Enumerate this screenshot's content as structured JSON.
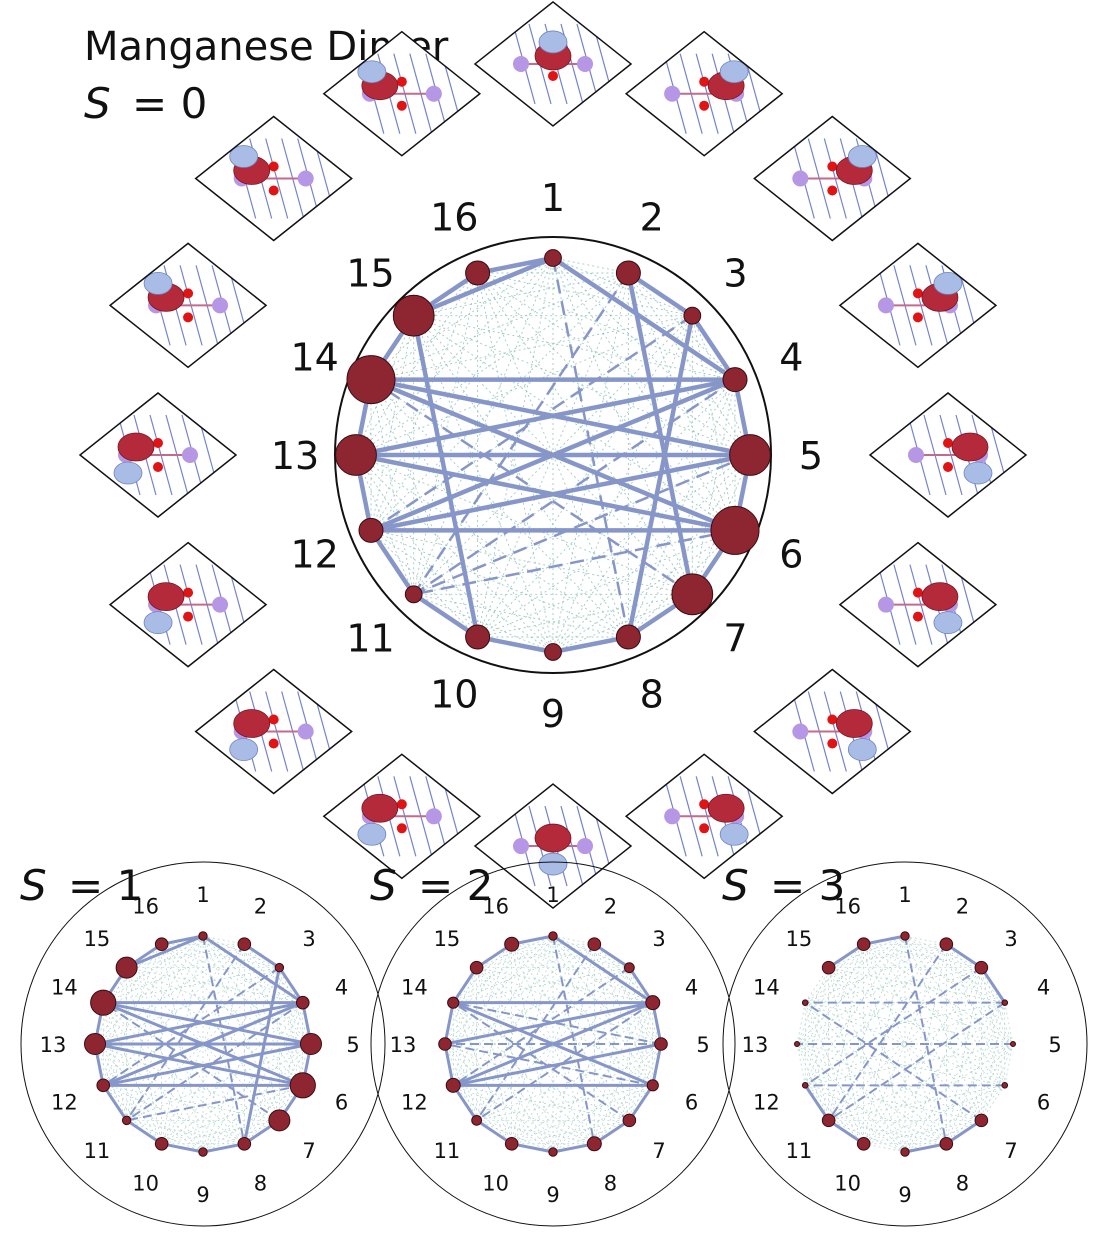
{
  "title": "Manganese Dimer",
  "orbital_labels": [
    "1",
    "2",
    "3",
    "4",
    "5",
    "6",
    "7",
    "8",
    "9",
    "10",
    "11",
    "12",
    "13",
    "14",
    "15",
    "16"
  ],
  "colors": {
    "node": "#8e2632",
    "node_stroke": "#3a0b10",
    "strong_edge": "#8796c9",
    "weak_edge": "#8fc3b6",
    "lobe_red": "#b52a3a",
    "lobe_blue": "#a8bce6",
    "atom_mn": "#b597e6",
    "atom_o": "#e01414"
  },
  "panels": [
    {
      "spin_symbol": "S",
      "spin_value": "= 0",
      "node_size": [
        0.35,
        0.5,
        0.35,
        0.5,
        0.85,
        1.0,
        0.85,
        0.5,
        0.35,
        0.5,
        0.35,
        0.5,
        0.85,
        1.0,
        0.85,
        0.5
      ],
      "strong_edges": [
        [
          1,
          4
        ],
        [
          1,
          15
        ],
        [
          2,
          3
        ],
        [
          3,
          4
        ],
        [
          3,
          8
        ],
        [
          4,
          5
        ],
        [
          4,
          12
        ],
        [
          4,
          13
        ],
        [
          4,
          14
        ],
        [
          5,
          6
        ],
        [
          5,
          13
        ],
        [
          5,
          14
        ],
        [
          5,
          12
        ],
        [
          6,
          7
        ],
        [
          6,
          12
        ],
        [
          6,
          13
        ],
        [
          6,
          14
        ],
        [
          7,
          8
        ],
        [
          8,
          9
        ],
        [
          9,
          10
        ],
        [
          10,
          11
        ],
        [
          11,
          12
        ],
        [
          12,
          13
        ],
        [
          13,
          14
        ],
        [
          14,
          15
        ],
        [
          15,
          16
        ],
        [
          16,
          1
        ],
        [
          15,
          10
        ],
        [
          2,
          7
        ]
      ],
      "dashed_edges": [
        [
          1,
          8
        ],
        [
          2,
          11
        ],
        [
          3,
          12
        ],
        [
          4,
          11
        ],
        [
          6,
          11
        ],
        [
          5,
          11
        ],
        [
          7,
          14
        ],
        [
          13,
          6
        ]
      ]
    },
    {
      "spin_symbol": "S",
      "spin_value": "= 1",
      "node_size": [
        0.3,
        0.45,
        0.3,
        0.45,
        0.75,
        0.9,
        0.75,
        0.45,
        0.3,
        0.45,
        0.3,
        0.45,
        0.75,
        0.9,
        0.75,
        0.45
      ],
      "strong_edges": [
        [
          1,
          4
        ],
        [
          1,
          15
        ],
        [
          2,
          3
        ],
        [
          3,
          4
        ],
        [
          3,
          8
        ],
        [
          4,
          5
        ],
        [
          4,
          12
        ],
        [
          4,
          13
        ],
        [
          4,
          14
        ],
        [
          5,
          6
        ],
        [
          5,
          13
        ],
        [
          5,
          14
        ],
        [
          5,
          12
        ],
        [
          6,
          7
        ],
        [
          6,
          12
        ],
        [
          6,
          13
        ],
        [
          6,
          14
        ],
        [
          7,
          8
        ],
        [
          8,
          9
        ],
        [
          9,
          10
        ],
        [
          10,
          11
        ],
        [
          11,
          12
        ],
        [
          12,
          13
        ],
        [
          13,
          14
        ],
        [
          14,
          15
        ],
        [
          15,
          16
        ],
        [
          16,
          1
        ]
      ],
      "dashed_edges": [
        [
          1,
          8
        ],
        [
          2,
          11
        ],
        [
          3,
          12
        ],
        [
          4,
          11
        ],
        [
          6,
          11
        ],
        [
          7,
          14
        ]
      ]
    },
    {
      "spin_symbol": "S",
      "spin_value": "= 2",
      "node_size": [
        0.3,
        0.45,
        0.35,
        0.5,
        0.45,
        0.4,
        0.45,
        0.5,
        0.3,
        0.45,
        0.35,
        0.5,
        0.45,
        0.4,
        0.45,
        0.5
      ],
      "strong_edges": [
        [
          1,
          4
        ],
        [
          2,
          3
        ],
        [
          3,
          4
        ],
        [
          4,
          5
        ],
        [
          4,
          12
        ],
        [
          4,
          13
        ],
        [
          4,
          14
        ],
        [
          5,
          6
        ],
        [
          5,
          12
        ],
        [
          6,
          7
        ],
        [
          6,
          12
        ],
        [
          6,
          14
        ],
        [
          7,
          8
        ],
        [
          8,
          9
        ],
        [
          9,
          10
        ],
        [
          10,
          11
        ],
        [
          11,
          12
        ],
        [
          12,
          13
        ],
        [
          13,
          14
        ],
        [
          14,
          15
        ],
        [
          15,
          16
        ],
        [
          16,
          1
        ]
      ],
      "dashed_edges": [
        [
          1,
          8
        ],
        [
          2,
          11
        ],
        [
          3,
          12
        ],
        [
          5,
          13
        ],
        [
          5,
          14
        ],
        [
          6,
          13
        ],
        [
          4,
          11
        ],
        [
          7,
          14
        ]
      ]
    },
    {
      "spin_symbol": "S",
      "spin_value": "= 3",
      "node_size": [
        0.3,
        0.45,
        0.45,
        0.2,
        0.1,
        0.2,
        0.45,
        0.45,
        0.3,
        0.45,
        0.45,
        0.2,
        0.1,
        0.2,
        0.45,
        0.45
      ],
      "strong_edges": [
        [
          2,
          3
        ],
        [
          3,
          4
        ],
        [
          10,
          11
        ],
        [
          11,
          12
        ],
        [
          15,
          16
        ],
        [
          16,
          1
        ],
        [
          7,
          8
        ],
        [
          8,
          9
        ]
      ],
      "dashed_edges": [
        [
          4,
          14
        ],
        [
          6,
          12
        ],
        [
          1,
          8
        ],
        [
          2,
          11
        ],
        [
          3,
          12
        ],
        [
          4,
          11
        ],
        [
          7,
          14
        ],
        [
          5,
          13
        ]
      ]
    }
  ]
}
